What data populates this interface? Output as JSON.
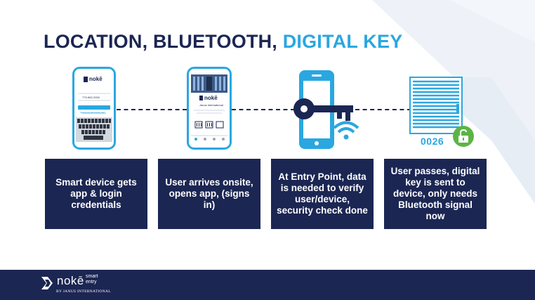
{
  "title": {
    "main": "LOCATION, BLUETOOTH,",
    "accent": "DIGITAL KEY"
  },
  "steps": [
    {
      "text": "Smart device gets app & login credentials"
    },
    {
      "text": "User arrives onsite, opens app, (signs in)"
    },
    {
      "text": "At Entry Point, data is needed to verify user/device, security check done"
    },
    {
      "text": "User passes, digital key is sent to device, only needs Bluetooth signal now"
    }
  ],
  "phone1": {
    "brand": "nokē",
    "phone_number": "770-562-2000",
    "link_text": "Need Access with Another User"
  },
  "phone2": {
    "brand": "nokē",
    "company": "Janus International"
  },
  "unit": {
    "number": "0026"
  },
  "footer": {
    "brand": "nokē",
    "smart": "smart",
    "entry": "entry",
    "by_line": "BY JANUS INTERNATIONAL"
  },
  "colors": {
    "navy": "#1b2653",
    "accent": "#2aa7e0",
    "green": "#5cb445"
  }
}
